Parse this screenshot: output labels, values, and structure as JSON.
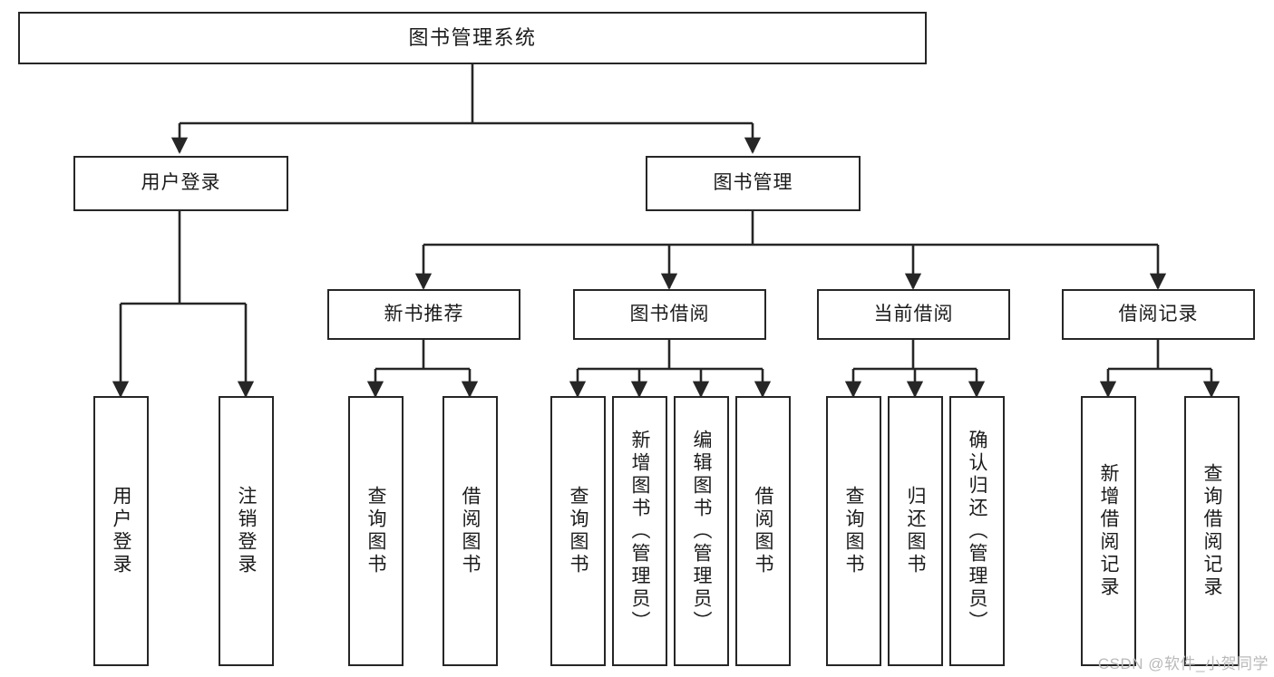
{
  "diagram": {
    "type": "tree-hierarchy",
    "title": "图书管理系统",
    "watermark": "CSDN @软件_小贺同学",
    "colors": {
      "box_border": "#262626",
      "box_fill": "#ffffff",
      "connector": "#262626",
      "text": "#1b1b1b",
      "watermark": "#b9b9b9",
      "background": "#ffffff"
    },
    "nodes": {
      "root": {
        "label": "图书管理系统"
      },
      "level1": [
        {
          "label": "用户登录"
        },
        {
          "label": "图书管理"
        }
      ],
      "level2": [
        {
          "label": "新书推荐"
        },
        {
          "label": "图书借阅"
        },
        {
          "label": "当前借阅"
        },
        {
          "label": "借阅记录"
        }
      ],
      "leaves": {
        "user_login": [
          {
            "label": "用户登录"
          },
          {
            "label": "注销登录"
          }
        ],
        "new_book_recommend": [
          {
            "label": "查询图书"
          },
          {
            "label": "借阅图书"
          }
        ],
        "book_borrow": [
          {
            "label": "查询图书"
          },
          {
            "label": "新增图书（管理员）"
          },
          {
            "label": "编辑图书（管理员）"
          },
          {
            "label": "借阅图书"
          }
        ],
        "current_borrow": [
          {
            "label": "查询图书"
          },
          {
            "label": "归还图书"
          },
          {
            "label": "确认归还（管理员）"
          }
        ],
        "borrow_record": [
          {
            "label": "新增借阅记录"
          },
          {
            "label": "查询借阅记录"
          }
        ]
      }
    }
  }
}
